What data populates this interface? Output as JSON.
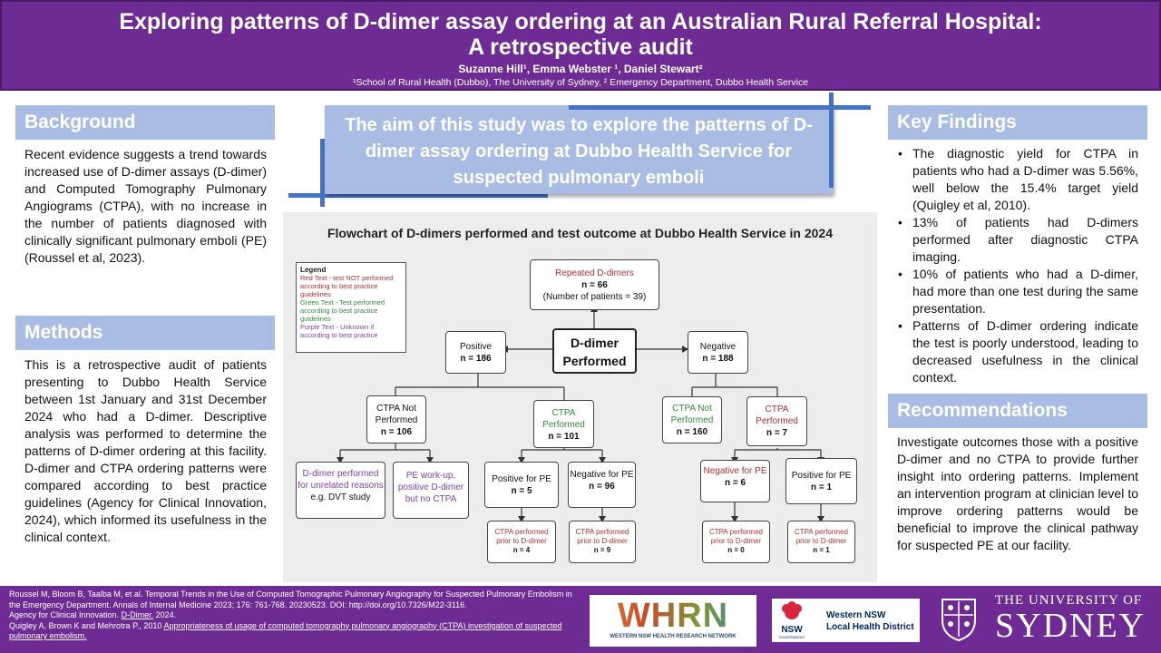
{
  "header": {
    "title_line1": "Exploring patterns of D-dimer assay ordering at an Australian Rural Referral Hospital:",
    "title_line2": "A retrospective audit",
    "authors": "Suzanne Hill¹, Emma Webster ¹, Daniel Stewart²",
    "affiliations": "¹School of Rural Health (Dubbo), The University of Sydney, ² Emergency Department, Dubbo Health Service"
  },
  "background": {
    "title": "Background",
    "text": "Recent evidence suggests a trend towards increased use of D-dimer assays (D-dimer) and Computed Tomography Pulmonary Angiograms (CTPA), with no increase in the number of patients diagnosed with clinically significant pulmonary emboli (PE) (Roussel et al, 2023)."
  },
  "methods": {
    "title": "Methods",
    "text": "This is a retrospective audit of patients presenting to Dubbo Health Service between 1st January and 31st December 2024 who had a D-dimer. Descriptive analysis was performed to determine the patterns of D-dimer ordering at this facility. D-dimer and CTPA ordering patterns were compared according to best practice guidelines (Agency for Clinical Innovation, 2024), which informed its usefulness in the clinical context."
  },
  "aim": "The aim of this study was to explore the patterns of D-dimer assay ordering at Dubbo Health Service for suspected pulmonary emboli",
  "flowchart": {
    "title": "Flowchart of D-dimers performed and test outcome at Dubbo Health Service in 2024",
    "legend": {
      "title": "Legend",
      "red": "Red Text - test NOT performed according to best practice guidelines",
      "green": "Green Text - Test performed according to best practice guidelines",
      "purple": "Purple Text - Unknown if according to best practice"
    },
    "repeated": {
      "label": "Repeated D-dimers",
      "n": "n = 66",
      "sub": "(Number of patients = 39)"
    },
    "ddimer": {
      "line1": "D-dimer",
      "line2": "Performed"
    },
    "positive": {
      "label": "Positive",
      "n": "n = 186"
    },
    "negative": {
      "label": "Negative",
      "n": "n = 188"
    },
    "ctpa_not_pos": {
      "label": "CTPA Not Performed",
      "n": "n = 106"
    },
    "ctpa_perf_pos": {
      "label": "CTPA Performed",
      "n": "n = 101"
    },
    "ctpa_not_neg": {
      "label": "CTPA Not Performed",
      "n": "n = 160"
    },
    "ctpa_perf_neg": {
      "label": "CTPA Performed",
      "n": "n = 7"
    },
    "unrelated": {
      "label": "D-dimer performed for unrelated reasons",
      "sub": "e.g. DVT study"
    },
    "pe_workup": {
      "label": "PE work-up, positive D-dimer but no CTPA"
    },
    "pos_pe_a": {
      "label": "Positive for PE",
      "n": "n = 5"
    },
    "neg_pe_a": {
      "label": "Negative for PE",
      "n": "n = 96"
    },
    "neg_pe_b": {
      "label": "Negative for PE",
      "n": "n = 6"
    },
    "pos_pe_b": {
      "label": "Positive for PE",
      "n": "n = 1"
    },
    "prior1": {
      "label": "CTPA performed prior to D-dimer",
      "n": "n = 4"
    },
    "prior2": {
      "label": "CTPA performed prior to D-dimer",
      "n": "n = 9"
    },
    "prior3": {
      "label": "CTPA performed prior to D-dimer",
      "n": "n = 0"
    },
    "prior4": {
      "label": "CTPA performed prior to D-dimer",
      "n": "n = 1"
    }
  },
  "key_findings": {
    "title": "Key Findings",
    "items": [
      "The diagnostic yield for CTPA in patients who had a D-dimer was 5.56%, well below the 15.4% target yield (Quigley et al, 2010).",
      "13% of patients had D-dimers performed after diagnostic CTPA imaging.",
      "10% of patients who had a D-dimer, had more than one test during the same presentation.",
      "Patterns of D-dimer ordering indicate the test is poorly understood, leading to decreased usefulness in the clinical context."
    ]
  },
  "recommendations": {
    "title": "Recommendations",
    "text": "Investigate outcomes those with a positive D-dimer and no CTPA to provide further insight into ordering patterns. Implement an intervention program at clinician level to improve ordering patterns would be beneficial to improve the clinical pathway for suspected PE at our facility."
  },
  "references": {
    "ref1": "Roussel M, Bloom B, Taalba M, et al. Temporal Trends in the Use of Computed Tomographic Pulmonary Angiography for Suspected Pulmonary Embolism in the Emergency Department. Annals of Internal Medicine 2023; 176: 761-768. 20230523. DOI: http://doi.org/10.7326/M22-3116.",
    "ref2a": "Agency for Clinical Innovation. ",
    "ref2b": "D-Dimer.",
    "ref2c": " 2024.",
    "ref3a": "Quigley A, Brown K and Mehrotra P., 2010 ",
    "ref3b": "Appropriateness of usage of computed tomography pulmonary angiography (CTPA) investigation of suspected pulmonary embolism."
  },
  "logos": {
    "whrn": "WHRN",
    "whrn_sub": "WESTERN NSW HEALTH RESEARCH NETWORK",
    "nsw": "NSW",
    "nsw_sub": "GOVERNMENT",
    "lhd_line1": "Western NSW",
    "lhd_line2": "Local Health District",
    "usyd_line1": "THE UNIVERSITY OF",
    "usyd_line2": "SYDNEY"
  },
  "colors": {
    "purple": "#6e2b94",
    "section_blue": "#a9bde4",
    "accent_blue": "#4472c4"
  }
}
